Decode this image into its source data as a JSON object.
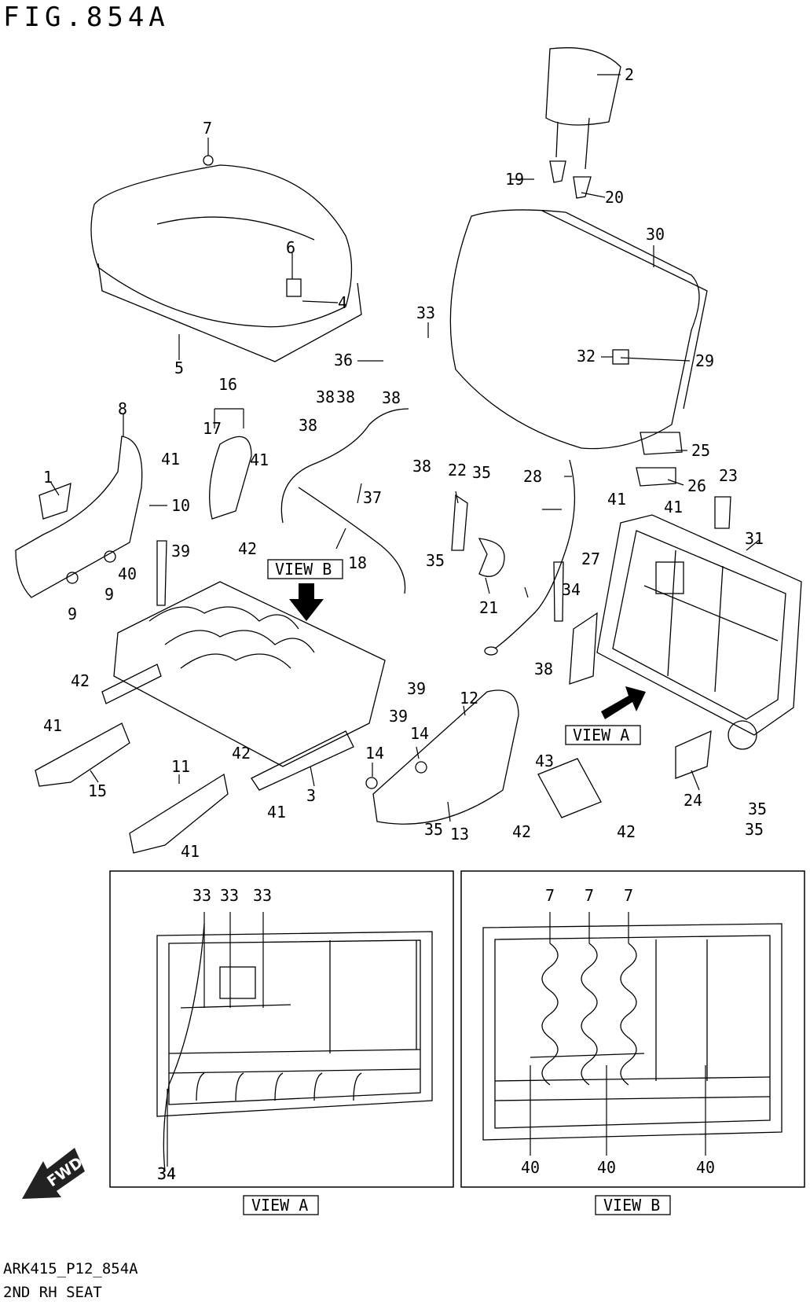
{
  "figure_title": "FIG.854A",
  "view_labels": {
    "view_a": "VIEW A",
    "view_b": "VIEW B"
  },
  "fwd_label": "FWD",
  "footer": {
    "code": "ARK415_P12_854A",
    "caption": "2ND RH SEAT"
  },
  "callouts": {
    "main": [
      "1",
      "2",
      "3",
      "4",
      "5",
      "6",
      "7",
      "8",
      "9",
      "9",
      "10",
      "11",
      "12",
      "13",
      "14",
      "14",
      "15",
      "16",
      "17",
      "18",
      "19",
      "20",
      "21",
      "22",
      "23",
      "24",
      "25",
      "26",
      "27",
      "28",
      "29",
      "30",
      "31",
      "32",
      "33",
      "34",
      "34",
      "35",
      "35",
      "35",
      "35",
      "35",
      "36",
      "37",
      "38",
      "38",
      "38",
      "38",
      "38",
      "38",
      "39",
      "39",
      "39",
      "40",
      "41",
      "41",
      "41",
      "41",
      "41",
      "41",
      "41",
      "42",
      "42",
      "42",
      "42",
      "42",
      "43"
    ],
    "view_a": [
      "33",
      "33",
      "33",
      "34"
    ],
    "view_b": [
      "7",
      "7",
      "7",
      "40",
      "40",
      "40"
    ]
  },
  "icons": {
    "arrow": "down-arrow-icon",
    "fwd": "fwd-arrow-icon"
  }
}
